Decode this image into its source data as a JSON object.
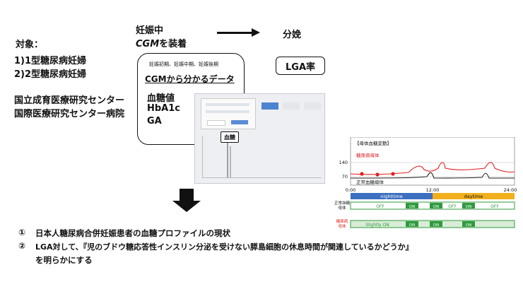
{
  "target": {
    "title": "対象：",
    "items": [
      "1)1型糖尿病妊婦",
      "2)2型糖尿病妊婦"
    ]
  },
  "institutions": [
    "国立成育医療研究センター",
    "国際医療研究センター病院"
  ],
  "flow": {
    "pregnancy_line1": "妊娠中",
    "pregnancy_line2_italic": "CGM",
    "pregnancy_line2_rest": "を装着",
    "birth": "分娩",
    "lga": "LGA率"
  },
  "cgm_box": {
    "periods": "妊娠初期、妊娠中期、妊娠後期",
    "title": "CGMから分かるデータ",
    "measures": [
      "血糖値",
      "HbA1c",
      "GA"
    ]
  },
  "app_screenshot": {
    "blood_label": "血糖"
  },
  "glucose_figure": {
    "title": "【母体血糖変動】",
    "diabetic_label": "糖尿病母体",
    "normal_label": "正常血糖母体",
    "y_ticks": [
      "140",
      "70"
    ],
    "x_ticks": [
      "0:00",
      "12:00",
      "24:00"
    ],
    "nighttime": "nighttime",
    "daytime": "daytime",
    "normal_row_label": [
      "正常血糖",
      "母体"
    ],
    "normal_row_cells": [
      "OFF",
      "ON",
      "ON",
      "OFF",
      "ON",
      "OFF"
    ],
    "diabetic_row_label": [
      "糖尿病",
      "母体"
    ],
    "diabetic_row_cells": [
      "Slightly ON",
      "ON",
      "ON",
      "ON"
    ],
    "colors": {
      "nighttime_bar": "#3d6fc0",
      "daytime_bar": "#f2b01e",
      "row_border": "#2f9a3d",
      "diabetic_row_bg": "#d9ecd6",
      "diabetic_curve": "#e02020",
      "normal_curve": "#222222"
    }
  },
  "conclusions": [
    {
      "num": "①",
      "text": "日本人糖尿病合併妊娠患者の血糖プロファイルの現状"
    },
    {
      "num": "②",
      "text": "LGA対して、『児のブドウ糖応答性インスリン分泌を受けない膵島細胞の休息時間が関連しているかどうか』"
    },
    {
      "num": "",
      "text": "を明らかにする"
    }
  ]
}
